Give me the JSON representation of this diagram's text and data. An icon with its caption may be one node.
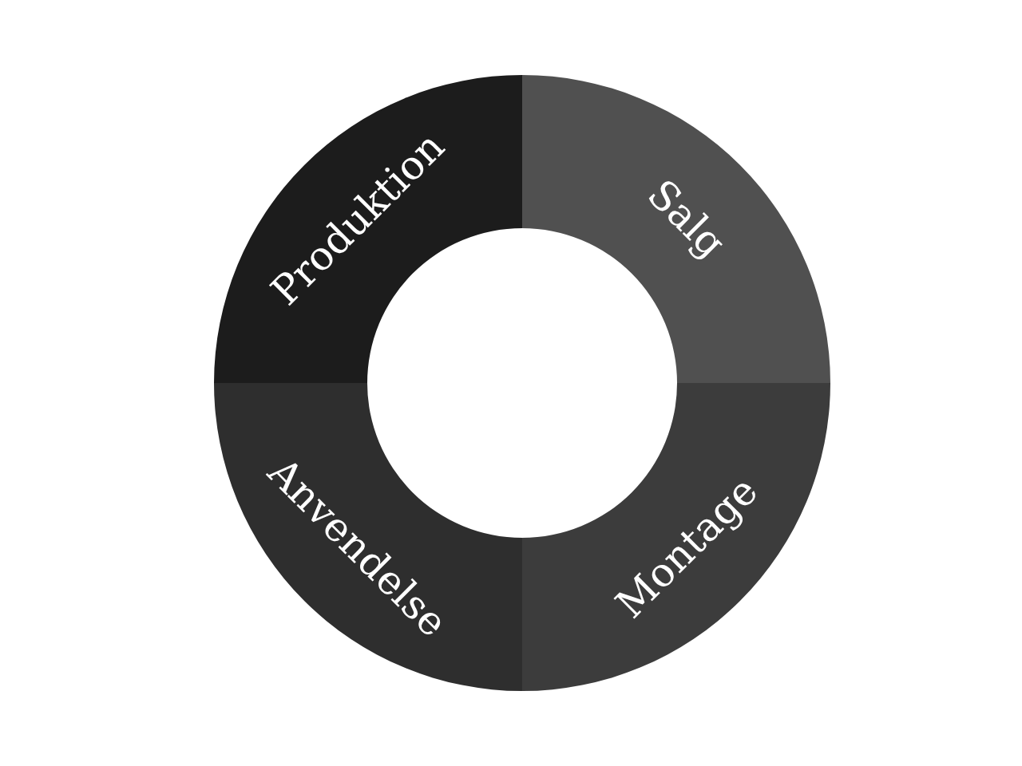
{
  "diagram": {
    "nodes": [
      {
        "text": [
          "Produktion"
        ]
      },
      {
        "text": [
          "Salg"
        ]
      },
      {
        "text": [
          "Montage"
        ]
      },
      {
        "text": [
          "Anvendelse"
        ]
      }
    ]
  }
}
